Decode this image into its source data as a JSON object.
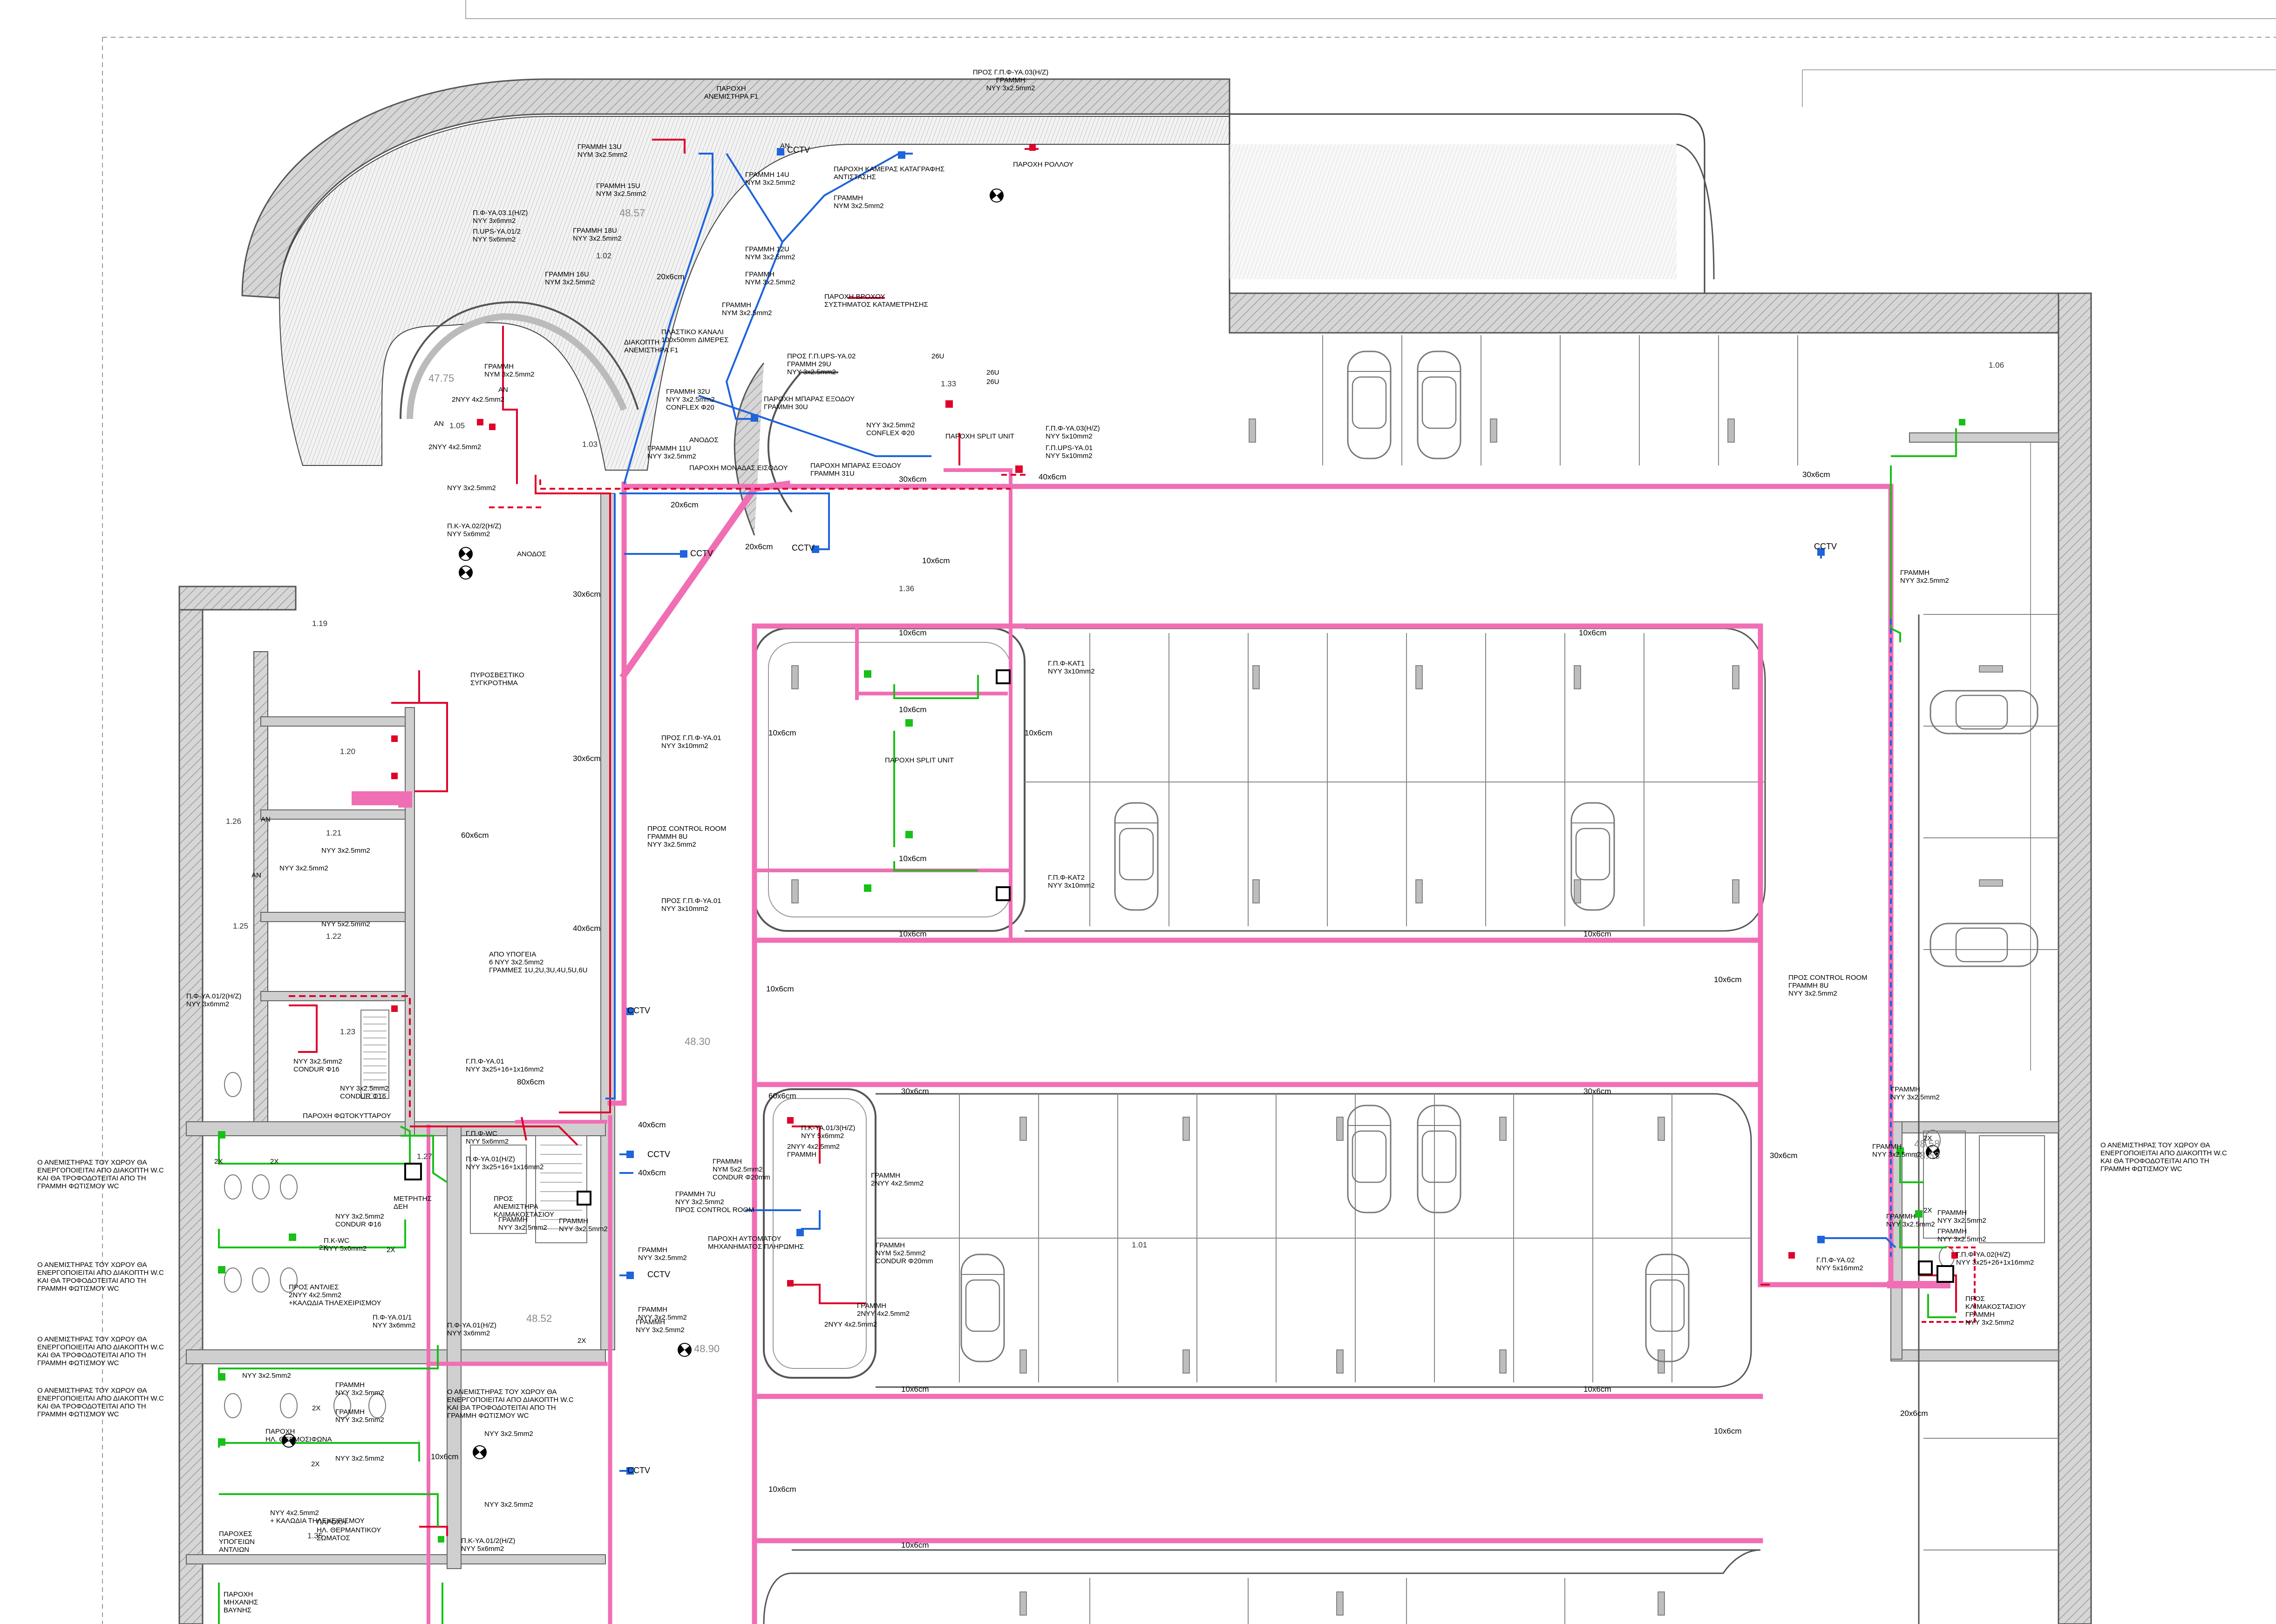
{
  "colors": {
    "cable_tray": "#f06eb4",
    "power_red": "#e0002a",
    "green_circuit": "#18c018",
    "blue_circuit": "#1e64dc",
    "structure_gray": "#bdbdbd",
    "wall_dark": "#555555"
  },
  "title_labels": {
    "fan_supply": "ΠΑΡΟΧΗ\nΑΝΕΜΙΣΤΗΡΑ F1",
    "to_gp_ya03": "ΠΡΟΣ Γ.Π.Φ-ΥΑ.03(Η/Ζ)\nΓΡΑΜΜΗ\nΝΥΥ 3x2.5mm2",
    "roller_supply": "ΠΑΡΟΧΗ ΡΟΛΛΟΥ"
  },
  "rooms": [
    "1.02",
    "1.03",
    "1.05",
    "1.06",
    "1.19",
    "1.20",
    "1.21",
    "1.22",
    "1.23",
    "1.25",
    "1.26",
    "1.27",
    "1.33",
    "1.35",
    "1.36",
    "1.01"
  ],
  "elevations": [
    "48.57",
    "47.75",
    "48.90",
    "48.52",
    "48.58",
    "48.53",
    "48.30"
  ],
  "trays": [
    "20x6cm",
    "20x6cm",
    "20x6cm",
    "30x6cm",
    "30x6cm",
    "40x6cm",
    "10x6cm",
    "10x6cm",
    "10x6cm",
    "10x6cm",
    "10x6cm",
    "60x6cm",
    "40x6cm",
    "30x6cm",
    "30x6cm",
    "30x6cm",
    "40x6cm",
    "40x6cm",
    "10x6cm",
    "10x6cm",
    "10x6cm",
    "10x6cm",
    "30x6cm",
    "30x6cm",
    "20x6cm",
    "10x6cm",
    "10x6cm",
    "10x6cm",
    "10x6cm",
    "10x6cm",
    "10x6cm",
    "10x6cm",
    "80x6cm",
    "60x6cm",
    "10x6cm"
  ],
  "cctv": [
    "CCTV",
    "CCTV",
    "CCTV",
    "CCTV",
    "CCTV",
    "CCTV",
    "CCTV",
    "CCTV"
  ],
  "annotations": {
    "a1": "ΓΡΑΜΜΗ 13U\nΝΥΜ 3x2.5mm2",
    "a2": "ΓΡΑΜΜΗ 14U\nΝΥΜ 3x2.5mm2",
    "a3": "ΓΡΑΜΜΗ 15U\nΝΥΜ 3x2.5mm2",
    "a4": "ΠΑΡΟΧΗ ΚΑΜΕΡΑΣ ΚΑΤΑΓΡΑΦΗΣ\nΑΝΤΙΣΤΑΣΗΣ",
    "a5": "ΓΡΑΜΜΗ\nΝΥΜ 3x2.5mm2",
    "a6": "Π.Φ-ΥΑ.03.1(Η/Ζ)\nΝΥΥ 3x6mm2",
    "a7": "Π.UPS-ΥΑ.01/2\nΝΥΥ 5x6mm2",
    "a8": "ΓΡΑΜΜΗ 18U\nΝΥΥ 3x2.5mm2",
    "a9": "ΓΡΑΜΜΗ 16U\nΝΥΜ 3x2.5mm2",
    "a10": "ΓΡΑΜΜΗ 12U\nΝΥΜ 3x2.5mm2",
    "a11": "ΓΡΑΜΜΗ\nΝΥΜ 3x2.5mm2",
    "a12": "ΠΑΡΟΧΗ ΒΡΟΧΟΥ\nΣΥΣΤΗΜΑΤΟΣ ΚΑΤΑΜΕΤΡΗΣΗΣ",
    "a13": "ΔΙΑΚΟΠΤΗ\nΑΝΕΜΙΣΤΗΡΑ F1",
    "a14": "ΠΛΑΣΤΙΚΟ ΚΑΝΑΛΙ\n100x50mm ΔΙΜΕΡΕΣ",
    "a15": "ΠΡΟΣ Γ.Π.UPS-ΥΑ.02\nΓΡΑΜΜΗ 29U\nΝΥΥ 3x2.5mm2",
    "a16": "ΓΡΑΜΜΗ 32U\nΝΥΥ 3x2.5mm2\nCONFLEX Φ20",
    "a17": "ΠΑΡΟΧΗ ΜΠΑΡΑΣ ΕΞΟΔΟΥ\nΓΡΑΜΜΗ 30U",
    "a18": "ΝΥΥ 3x2.5mm2\nCONFLEX Φ20",
    "a19": "ΠΑΡΟΧΗ SPLIT UNIT",
    "a20": "Γ.Π.Φ-ΥΑ.03(Η/Ζ)\nΝΥΥ 5x10mm2",
    "a21": "Γ.Π.UPS-ΥΑ.01\nΝΥΥ 5x10mm2",
    "a22": "ΓΡΑΜΜΗ\nΝΥΜ 3x2.5mm2",
    "a23": "2ΝΥΥ 4x2.5mm2",
    "a24": "2ΝΥΥ 4x2.5mm2",
    "a25": "ΓΡΑΜΜΗ 11U\nΝΥΥ 3x2.5mm2",
    "a26": "ΠΑΡΟΧΗ ΜΟΝΑΔΑΣ ΕΙΣΟΔΟΥ",
    "a27": "ΠΑΡΟΧΗ ΜΠΑΡΑΣ ΕΞΟΔΟΥ\nΓΡΑΜΜΗ 31U",
    "a28": "ΝΥΥ 3x2.5mm2",
    "a29": "Π.Κ-ΥΑ.02/2(Η/Ζ)\nΝΥΥ 5x6mm2",
    "a30": "ΠΥΡΟΣΒΕΣΤΙΚΟ\nΣΥΓΚΡΟΤΗΜΑ",
    "a31": "Γ.Π.Φ-ΚΑΤ1\nΝΥΥ 3x10mm2",
    "a32": "ΠΡΟΣ Γ.Π.Φ-ΥΑ.01\nΝΥΥ 3x10mm2",
    "a33": "ΠΑΡΟΧΗ SPLIT UNIT",
    "a34": "ΠΡΟΣ CONTROL ROOM\nΓΡΑΜΜΗ 8U\nΝΥΥ 3x2.5mm2",
    "a35": "ΠΡΟΣ Γ.Π.Φ-ΥΑ.01\nΝΥΥ 3x10mm2",
    "a36": "Γ.Π.Φ-ΚΑΤ2\nΝΥΥ 3x10mm2",
    "a37": "ΑΠΟ ΥΠΟΓΕΙΑ\n6 ΝΥΥ 3x2.5mm2\nΓΡΑΜΜΕΣ 1U,2U,3U,4U,5U,6U",
    "a38": "ΝΥΥ 3x2.5mm2",
    "a39": "ΝΥΥ 3x2.5mm2",
    "a40": "ΝΥΥ 5x2.5mm2",
    "a41": "Π.Φ-ΥΑ.01/2(Η/Ζ)\nΝΥΥ 3x6mm2",
    "a42": "ΝΥΥ 3x2.5mm2\nCONDUR Φ16",
    "a43": "ΝΥΥ 3x2.5mm2\nCONDUR Φ16",
    "a44": "ΠΑΡΟΧΗ ΦΩΤΟΚΥΤΤΑΡΟΥ",
    "a45": "Γ.Π.Φ-ΥΑ.01\nΝΥΥ 3x25+16+1x16mm2",
    "a46": "ΠΡΟΣ CONTROL ROOM\nΓΡΑΜΜΗ 8U\nΝΥΥ 3x2.5mm2",
    "a47": "ΓΡΑΜΜΗ\nΝΥΥ 3x2.5mm2",
    "a48": "ΓΡΑΜΜΗ\nΝΥΥ 3x2.5mm2",
    "a49": "Ο ΑΝΕΜΙΣΤΗΡΑΣ ΤΟΥ ΧΩΡΟΥ ΘΑ\nΕΝΕΡΓΟΠΟΙΕΙΤΑΙ ΑΠΟ ΔΙΑΚΟΠΤΗ W.C\nΚΑΙ ΘΑ ΤΡΟΦΟΔΟΤΕΙΤΑΙ ΑΠΟ ΤΗ\nΓΡΑΜΜΗ ΦΩΤΙΣΜΟΥ WC",
    "a50": "Ο ΑΝΕΜΙΣΤΗΡΑΣ ΤΟΥ ΧΩΡΟΥ ΘΑ\nΕΝΕΡΓΟΠΟΙΕΙΤΑΙ ΑΠΟ ΔΙΑΚΟΠΤΗ W.C\nΚΑΙ ΘΑ ΤΡΟΦΟΔΟΤΕΙΤΑΙ ΑΠΟ ΤΗ\nΓΡΑΜΜΗ ΦΩΤΙΣΜΟΥ WC",
    "a51": "Ο ΑΝΕΜΙΣΤΗΡΑΣ ΤΟΥ ΧΩΡΟΥ ΘΑ\nΕΝΕΡΓΟΠΟΙΕΙΤΑΙ ΑΠΟ ΔΙΑΚΟΠΤΗ W.C\nΚΑΙ ΘΑ ΤΡΟΦΟΔΟΤΕΙΤΑΙ ΑΠΟ ΤΗ\nΓΡΑΜΜΗ ΦΩΤΙΣΜΟΥ WC",
    "a52": "Ο ΑΝΕΜΙΣΤΗΡΑΣ ΤΟΥ ΧΩΡΟΥ ΘΑ\nΕΝΕΡΓΟΠΟΙΕΙΤΑΙ ΑΠΟ ΔΙΑΚΟΠΤΗ W.C\nΚΑΙ ΘΑ ΤΡΟΦΟΔΟΤΕΙΤΑΙ ΑΠΟ ΤΗ\nΓΡΑΜΜΗ ΦΩΤΙΣΜΟΥ WC",
    "a53": "Ο ΑΝΕΜΙΣΤΗΡΑΣ ΤΟΥ ΧΩΡΟΥ ΘΑ\nΕΝΕΡΓΟΠΟΙΕΙΤΑΙ ΑΠΟ ΔΙΑΚΟΠΤΗ W.C\nΚΑΙ ΘΑ ΤΡΟΦΟΔΟΤΕΙΤΑΙ ΑΠΟ ΤΗ\nΓΡΑΜΜΗ ΦΩΤΙΣΜΟΥ WC",
    "a54": "Γ.Π.Φ-WC\nΝΥΥ 5x6mm2",
    "a55": "Π.Φ-ΥΑ.01(Η/Ζ)\nΝΥΥ 3x25+16+1x16mm2",
    "a56": "ΠΡΟΣ\nΑΝΕΜΙΣΤΗΡΑ\nΚΛΙΜΑΚΟΣΤΑΣΙΟΥ",
    "a57": "ΓΡΑΜΜΗ\nΝΥΥ 3x2.5mm2",
    "a58": "ΜΕΤΡΗΤΗΣ\nΔΕΗ",
    "a59": "ΝΥΥ 3x2.5mm2\nCONDUR Φ16",
    "a60": "Π.Κ-WC\nΝΥΥ 5x6mm2",
    "a61": "ΠΡΟΣ ΑΝΤΛΙΕΣ\n2ΝΥΥ 4x2.5mm2\n+ΚΑΛΩΔΙΑ ΤΗΛΕΧΕΙΡΙΣΜΟΥ",
    "a62": "Π.Φ-ΥΑ.01/1\nΝΥΥ 3x6mm2",
    "a63": "Π.Φ-ΥΑ.01(Η/Ζ)\nΝΥΥ 3x6mm2",
    "a64": "ΓΡΑΜΜΗ\nΝΥΥ 3x2.5mm2",
    "a65": "ΓΡΑΜΜΗ\nΝΥΥ 3x2.5mm2",
    "a66": "ΓΡΑΜΜΗ\nΝΥΥ 3x2.5mm2",
    "a67": "Π.Κ-ΥΑ.01/3(Η/Ζ)\nΝΥΥ 5x6mm2",
    "a68": "2ΝΥΥ 4x2.5mm2\nΓΡΑΜΜΗ",
    "a69": "ΓΡΑΜΜΗ\nΝΥΜ 5x2.5mm2\nCONDUR Φ20mm",
    "a70": "ΓΡΑΜΜΗ 7U\nΝΥΥ 3x2.5mm2\nΠΡΟΣ CONTROL ROOM",
    "a71": "ΓΡΑΜΜΗ\n2ΝΥΥ 4x2.5mm2",
    "a72": "ΠΑΡΟΧΗ ΑΥΤΟΜΑΤΟΥ\nΜΗΧΑΝΗΜΑΤΟΣ ΠΛΗΡΩΜΗΣ",
    "a73": "ΓΡΑΜΜΗ\nΝΥΜ 5x2.5mm2\nCONDUR Φ20mm",
    "a74": "ΓΡΑΜΜΗ\n2ΝΥΥ 4x2.5mm2",
    "a75": "2ΝΥΥ 4x2.5mm2",
    "a76": "ΝΥΥ 3x2.5mm2",
    "a77": "ΓΡΑΜΜΗ\nΝΥΥ 3x2.5mm2",
    "a78": "ΝΥΥ 3x2.5mm2",
    "a79": "ΓΡΑΜΜΗ\nΝΥΥ 3x2.5mm2",
    "a80": "ΠΑΡΟΧΗ\nΗΛ. ΘΕΡΜΟΣΙΦΩΝΑ",
    "a81": "ΝΥΥ 3x2.5mm2",
    "a82": "ΝΥΥ 3x2.5mm2",
    "a83": "ΝΥΥ 4x2.5mm2\n+ ΚΑΛΩΔΙΑ ΤΗΛΕΧΕΙΡΙΣΜΟΥ",
    "a84": "ΠΑΡΟΧΗ\nΗΛ. ΘΕΡΜΑΝΤΙΚΟΥ\nΣΩΜΑΤΟΣ",
    "a85": "ΠΑΡΟΧΕΣ\nΥΠΟΓΕΙΩΝ\nΑΝΤΛΙΩΝ",
    "a86": "Π.Κ-ΥΑ.01/2(Η/Ζ)\nΝΥΥ 5x6mm2",
    "a87": "ΠΑΡΟΧΗ\nΜΗΧΑΝΗΣ\nΒΑΥΝΗΣ",
    "a88": "ΓΡΑΜΜΗ\nΝΥΥ 3x2.5mm2",
    "a89": "ΓΡΑΜΜΗ\nΝΥΥ 3x2.5mm2",
    "a90": "Ο ΑΝΕΜΙΣΤΗΡΑΣ ΤΟΥ ΧΩΡΟΥ ΘΑ\nΕΝΕΡΓΟΠΟΙΕΙΤΑΙ ΑΠΟ ΔΙΑΚΟΠΤΗ W.C\nΚΑΙ ΘΑ ΤΡΟΦΟΔΟΤΕΙΤΑΙ ΑΠΟ ΤΗ\nΓΡΑΜΜΗ ΦΩΤΙΣΜΟΥ WC",
    "a91": "ΓΡΑΜΜΗ\nΝΥΥ 3x2.5mm2",
    "a92": "Γ.Π.Φ-ΥΑ.02\nΝΥΥ 5x16mm2",
    "a93": "Γ.Π.Φ-ΥΑ.02(Η/Ζ)\nΝΥΥ 3x25+26+1x16mm2",
    "a94": "ΠΡΟΣ\nΚΛΙΜΑΚΟΣΤΑΣΙΟΥ\nΓΡΑΜΜΗ\nΝΥΥ 3x2.5mm2",
    "a95": "ΓΡΑΜΜΗ\nΝΥΥ 3x2.5mm2",
    "a96": "ΓΡΑΜΜΗ\nΝΥΥ 3x2.5mm2",
    "a97": "ΑΝΟΔΟΣ",
    "a98": "ΑΝΟΔΟΣ"
  },
  "markers": [
    "AN",
    "AN",
    "AN",
    "AN",
    "AN",
    "2X",
    "2X",
    "2X",
    "2X",
    "2X",
    "2X",
    "2X",
    "2X",
    "2X",
    "26U",
    "26U",
    "26U"
  ],
  "icons": [
    "fan-icon",
    "cctv-icon",
    "panel-icon",
    "socket-icon",
    "lamp-icon",
    "switch-icon",
    "car-icon"
  ]
}
